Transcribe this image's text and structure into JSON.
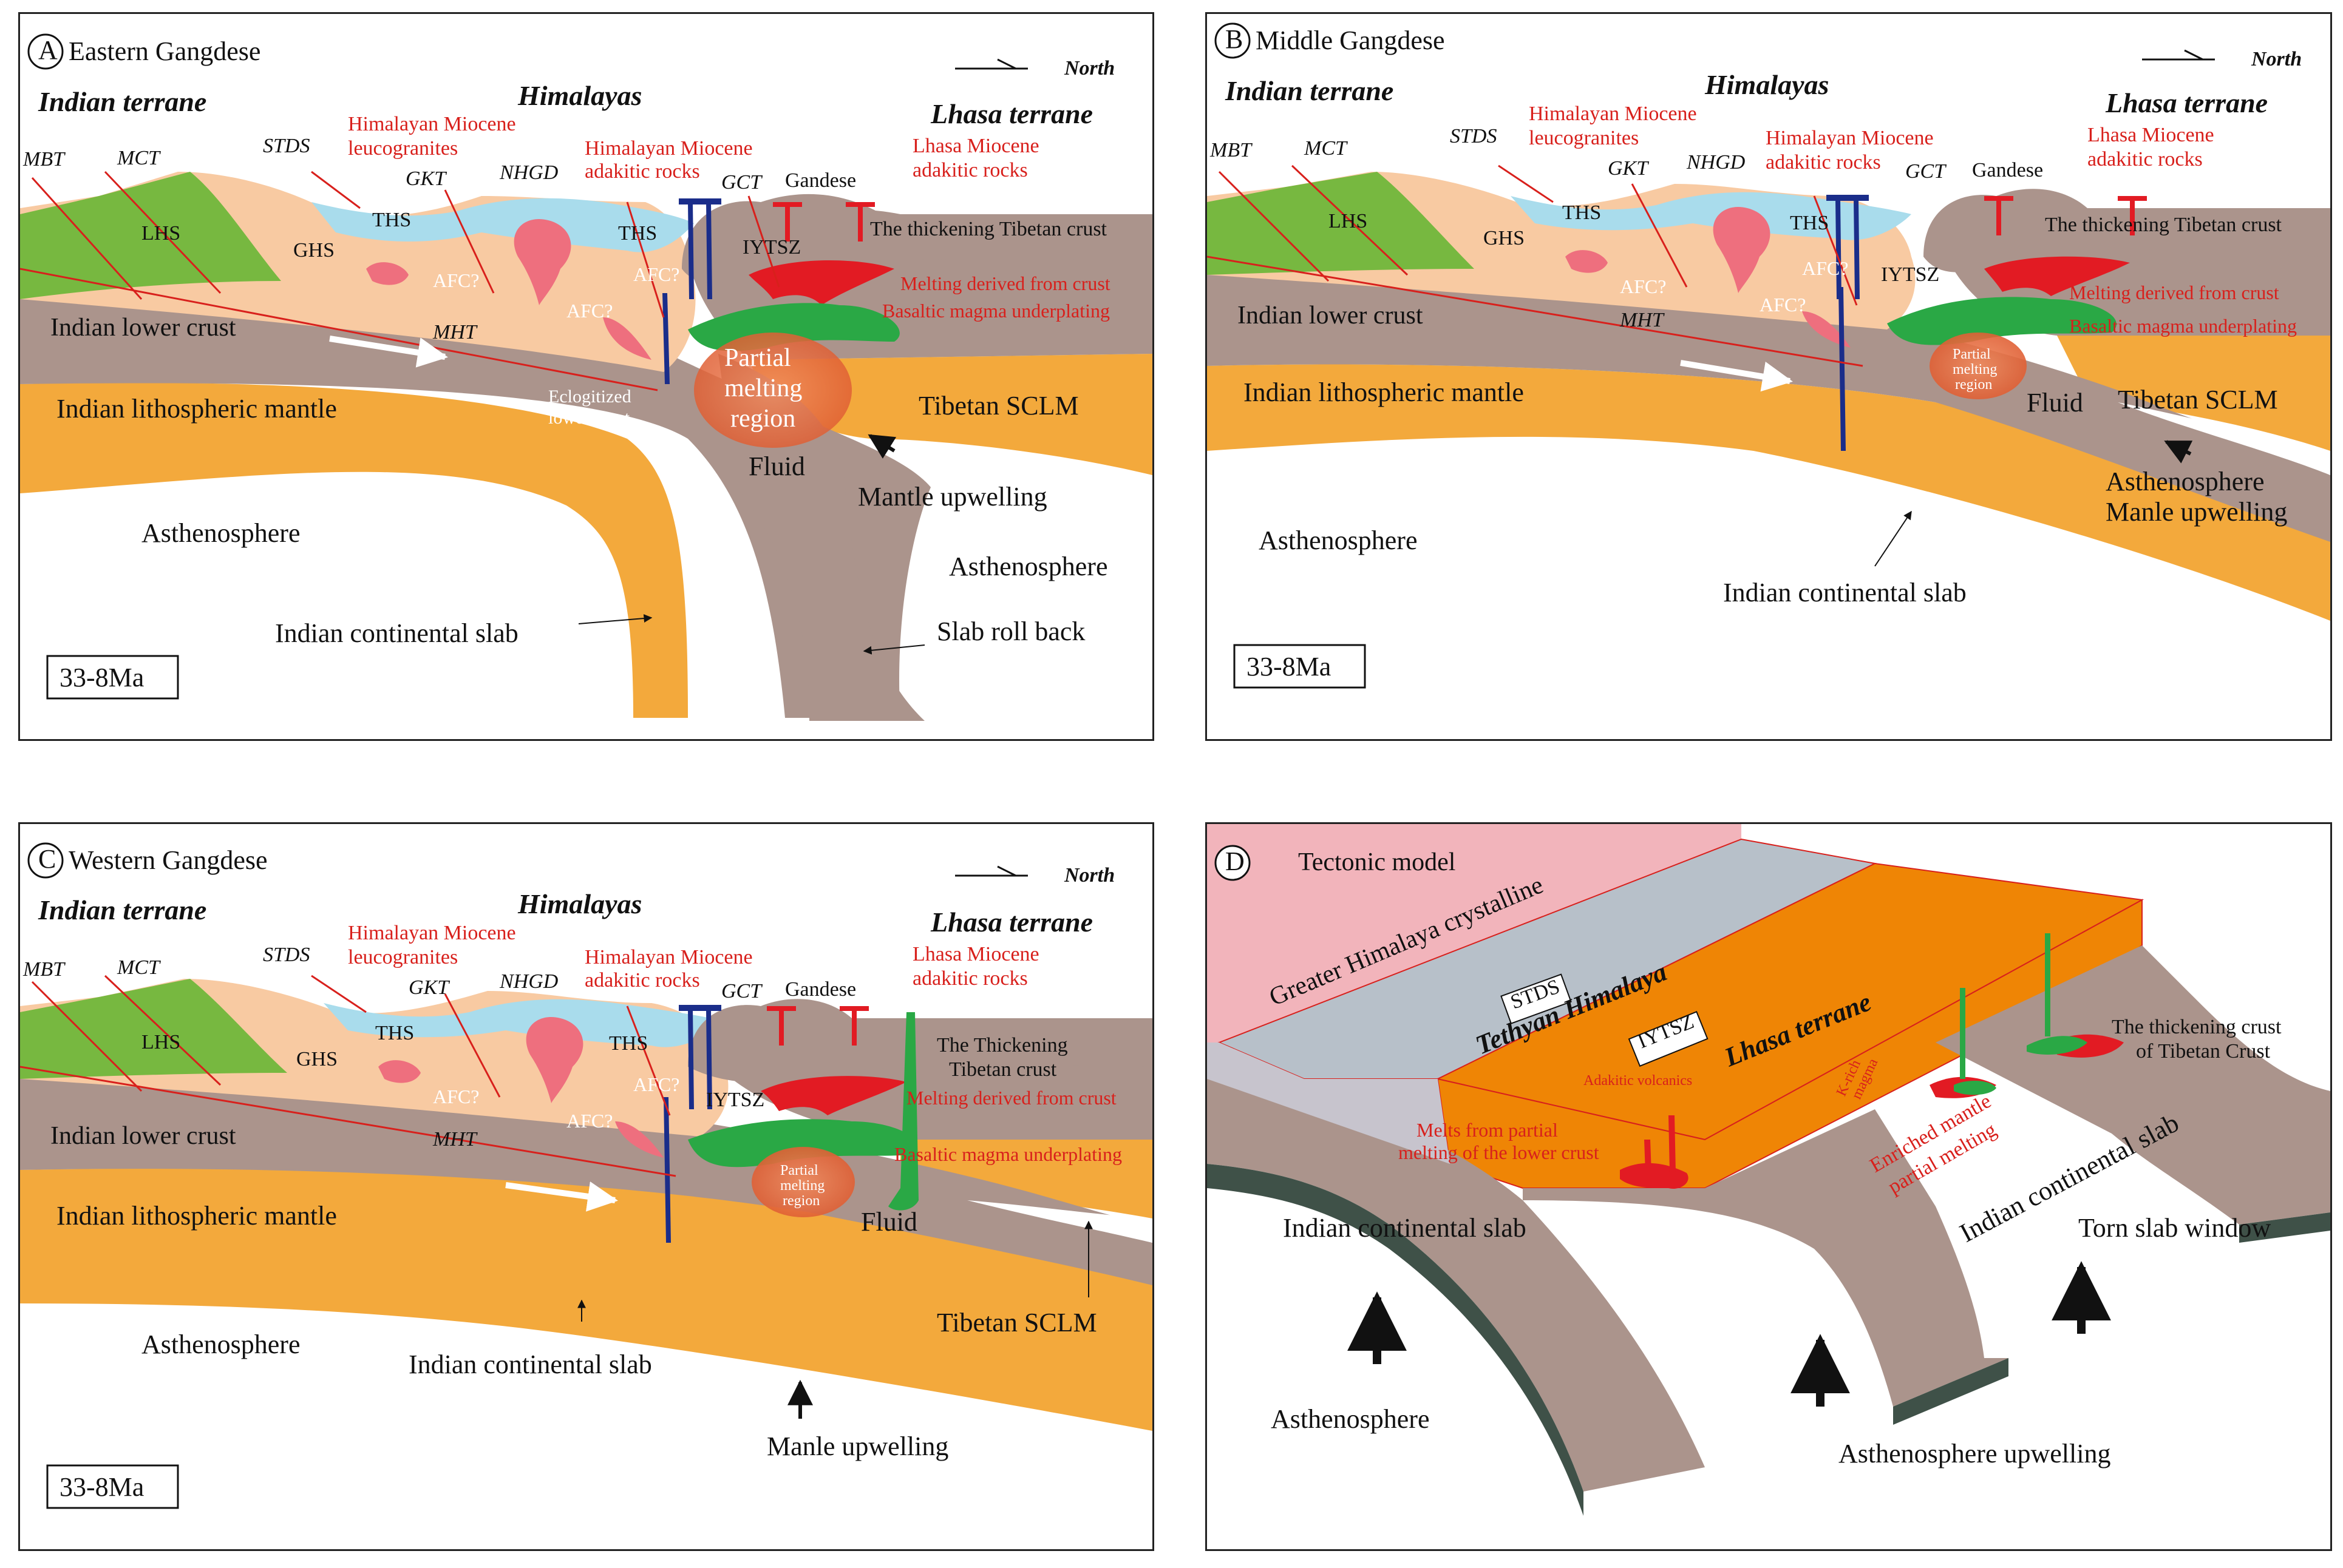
{
  "colors": {
    "mantle": "#f3a93c",
    "lower_crust": "#ab948c",
    "upper_crust": "#f8caa2",
    "lhs": "#77b840",
    "ths": "#a9dcec",
    "granite": "#ee6f7e",
    "basalt": "#2aa845",
    "melt": "#e21b23",
    "adakite": "#1a2d8a",
    "partial": "#e46a3b",
    "lhasa_block": "#ef8505",
    "ghc": "#f2b4bb",
    "tethyan": "#b7c0c9"
  },
  "common": {
    "indian_terrane": "Indian terrane",
    "himalayas": "Himalayas",
    "lhasa_terrane": "Lhasa terrane",
    "mbt": "MBT",
    "mct": "MCT",
    "stds": "STDS",
    "gkt": "GKT",
    "nhgd": "NHGD",
    "gct": "GCT",
    "gandese": "Gandese",
    "leuco_1": "Himalayan Miocene",
    "leuco_2": "leucogranites",
    "hadak_1": "Himalayan Miocene",
    "hadak_2": "adakitic rocks",
    "ladak_1": "Lhasa Miocene",
    "ladak_2": "adakitic rocks",
    "lhs": "LHS",
    "ghs": "GHS",
    "ths": "THS",
    "iytsz": "IYTSZ",
    "afc": "AFC?",
    "mht": "MHT",
    "indian_lower_crust": "Indian lower crust",
    "indian_lith_mantle": "Indian lithospheric mantle",
    "asthenosphere": "Asthenosphere",
    "indian_slab": "Indian continental slab",
    "tibetan_sclm": "Tibetan SCLM",
    "thickening_crust": "The thickening Tibetan crust",
    "melting_crust": "Melting derived from crust",
    "basaltic": "Basaltic magma underplating",
    "fluid": "Fluid",
    "age": "33-8Ma",
    "north": "North"
  },
  "panelA": {
    "letter": "A",
    "title": "Eastern Gangdese",
    "partial_1": "Partial",
    "partial_2": "melting",
    "partial_3": "region",
    "eclog_1": "Eclogitized",
    "eclog_2": "lower crust",
    "mantle_upwelling": "Mantle upwelling",
    "slab_roll_back": "Slab roll back"
  },
  "panelB": {
    "letter": "B",
    "title": "Middle Gangdese",
    "partial_1": "Partial",
    "partial_2": "melting",
    "partial_3": "region",
    "manle_upwelling": "Manle upwelling"
  },
  "panelC": {
    "letter": "C",
    "title": "Western Gangdese",
    "thick_1": "The Thickening",
    "thick_2": "Tibetan crust",
    "partial_1": "Partial",
    "partial_2": "melting",
    "partial_3": "region",
    "manle_upwelling": "Manle upwelling"
  },
  "panelD": {
    "letter": "D",
    "title": "Tectonic model",
    "greater_himalaya": "Greater Himalaya crystalline",
    "stds": "STDS",
    "tethyan": "Tethyan Himalaya",
    "iytsz": "IYTSZ",
    "lhasa": "Lhasa terrane",
    "adakitic_volcanics": "Adakitic volcanics",
    "k_rich_1": "K-rich",
    "k_rich_2": "magma",
    "melts_1": "Melts from partial",
    "melts_2": "melting of the lower crust",
    "enriched_1": "Enriched mantle",
    "enriched_2": "partial melting",
    "thick_1": "The thickening crust",
    "thick_2": "of Tibetan Crust",
    "indian_slab": "Indian continental slab",
    "indian_slab_2": "Indian continental slab",
    "torn": "Torn slab window",
    "asthenosphere": "Asthenosphere",
    "asth_upwelling": "Asthenosphere upwelling"
  }
}
